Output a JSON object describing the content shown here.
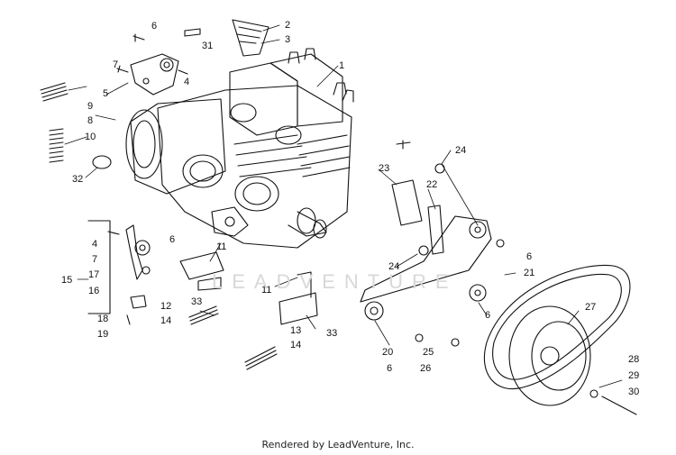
{
  "diagram": {
    "part_numbers": [
      "1",
      "2",
      "3",
      "4",
      "5",
      "6",
      "7",
      "8",
      "9",
      "10",
      "11",
      "12",
      "13",
      "14",
      "15",
      "16",
      "17",
      "18",
      "19",
      "20",
      "21",
      "22",
      "23",
      "24",
      "25",
      "26",
      "27",
      "28",
      "29",
      "30",
      "31",
      "32",
      "33"
    ],
    "callout_labels": {
      "c1": "1",
      "c2": "2",
      "c3": "3",
      "c4a": "4",
      "c4b": "4",
      "c5": "5",
      "c6a": "6",
      "c6b": "6",
      "c6c": "6",
      "c6d": "6",
      "c6e": "6",
      "c7a": "7",
      "c7b": "7",
      "c8": "8",
      "c9": "9",
      "c10": "10",
      "c11a": "11",
      "c11b": "11",
      "c12": "12",
      "c13": "13",
      "c14a": "14",
      "c14b": "14",
      "c15": "15",
      "c16": "16",
      "c17": "17",
      "c18": "18",
      "c19": "19",
      "c20": "20",
      "c21": "21",
      "c22": "22",
      "c23": "23",
      "c24a": "24",
      "c24b": "24",
      "c25": "25",
      "c26": "26",
      "c27": "27",
      "c28": "28",
      "c29": "29",
      "c30": "30",
      "c31": "31",
      "c32": "32",
      "c33a": "33",
      "c33b": "33"
    }
  },
  "watermark": "LEADVENTURE",
  "footer": "Rendered by LeadVenture, Inc.",
  "colors": {
    "line": "#111111",
    "watermark": "#d8d8d8"
  }
}
